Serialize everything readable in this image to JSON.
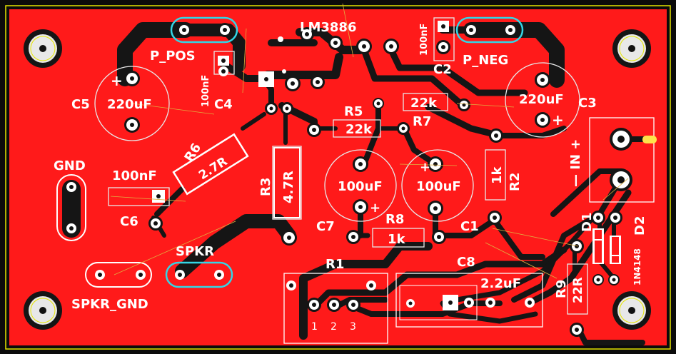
{
  "board": {
    "copper_color": "#ff1a1a",
    "background_color": "#0b0b0b",
    "edge_color": "#e6e600",
    "trace_color": "#151515",
    "silkscreen_color": "#ffffff",
    "selection_color": "#33d6e6"
  },
  "labels": {
    "lm3886": "LM3886",
    "p_pos": "P_POS",
    "p_neg": "P_NEG",
    "c5": "C5",
    "c5_value": "220uF",
    "c3": "C3",
    "c3_value": "220uF",
    "c4": "C4",
    "c4_value": "100nF",
    "c2": "C2",
    "c2_value": "100nF",
    "r5": "R5",
    "r5_value": "22k",
    "r7": "R7",
    "r7_value": "22k",
    "r6": "R6",
    "r6_value": "2.7R",
    "r3": "R3",
    "r3_value": "4.7R",
    "r2": "R2",
    "r2_value": "1k",
    "r8": "R8",
    "r8_value": "1k",
    "r9": "R9",
    "r9_value": "22R",
    "c7": "C7",
    "c7_value": "100uF",
    "c1": "C1",
    "c1_value": "100uF",
    "c6": "C6",
    "c6_value": "100nF",
    "c8": "C8",
    "c8_value": "2.2uF",
    "gnd": "GND",
    "spkr": "SPKR",
    "spkr_gnd": "SPKR_GND",
    "in": "— IN +",
    "r1": "R1",
    "r1_pin1": "1",
    "r1_pin2": "2",
    "r1_pin3": "3",
    "d1": "D1",
    "d2": "D2",
    "d2_value": "1N4148",
    "plus": "+"
  }
}
